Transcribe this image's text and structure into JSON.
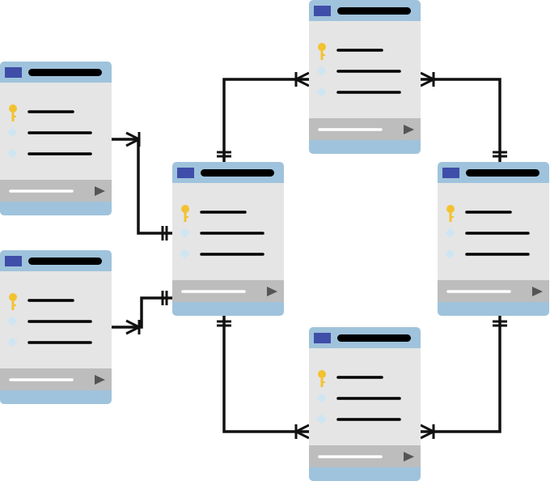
{
  "colors": {
    "background": "#ffffff",
    "card_header": "#9fc3dc",
    "card_header_square": "#3f4ea8",
    "card_body": "#e5e5e5",
    "card_footer": "#bdbdbd",
    "card_bottom_band": "#9fc3dc",
    "line": "#111111",
    "key": "#f2c230",
    "diamond": "#cfe6f2",
    "footer_bar": "#ffffff",
    "play_icon": "#555555"
  },
  "icons": {
    "header_square": "table-icon",
    "primary_key": "key-icon",
    "field_marker": "diamond-icon",
    "footer_action": "play-icon"
  },
  "tables": [
    {
      "id": "left-top",
      "rows": [
        "primary-key",
        "field",
        "field"
      ]
    },
    {
      "id": "left-bottom",
      "rows": [
        "primary-key",
        "field",
        "field"
      ]
    },
    {
      "id": "center",
      "rows": [
        "primary-key",
        "field",
        "field"
      ]
    },
    {
      "id": "top",
      "rows": [
        "primary-key",
        "field",
        "field"
      ]
    },
    {
      "id": "right",
      "rows": [
        "primary-key",
        "field",
        "field"
      ]
    },
    {
      "id": "bottom",
      "rows": [
        "primary-key",
        "field",
        "field"
      ]
    }
  ],
  "relationships": [
    {
      "from": "left-top",
      "from_end": "crow-foot-one",
      "to": "center",
      "to_end": "one"
    },
    {
      "from": "left-bottom",
      "from_end": "crow-foot-one",
      "to": "center",
      "to_end": "one"
    },
    {
      "from": "center",
      "from_end": "one",
      "to": "top",
      "to_end": "crow-foot-one"
    },
    {
      "from": "top",
      "from_end": "crow-foot-one",
      "to": "right",
      "to_end": "one"
    },
    {
      "from": "center",
      "from_end": "one",
      "to": "bottom",
      "to_end": "crow-foot-one"
    },
    {
      "from": "right",
      "from_end": "one",
      "to": "bottom",
      "to_end": "crow-foot-one"
    }
  ]
}
